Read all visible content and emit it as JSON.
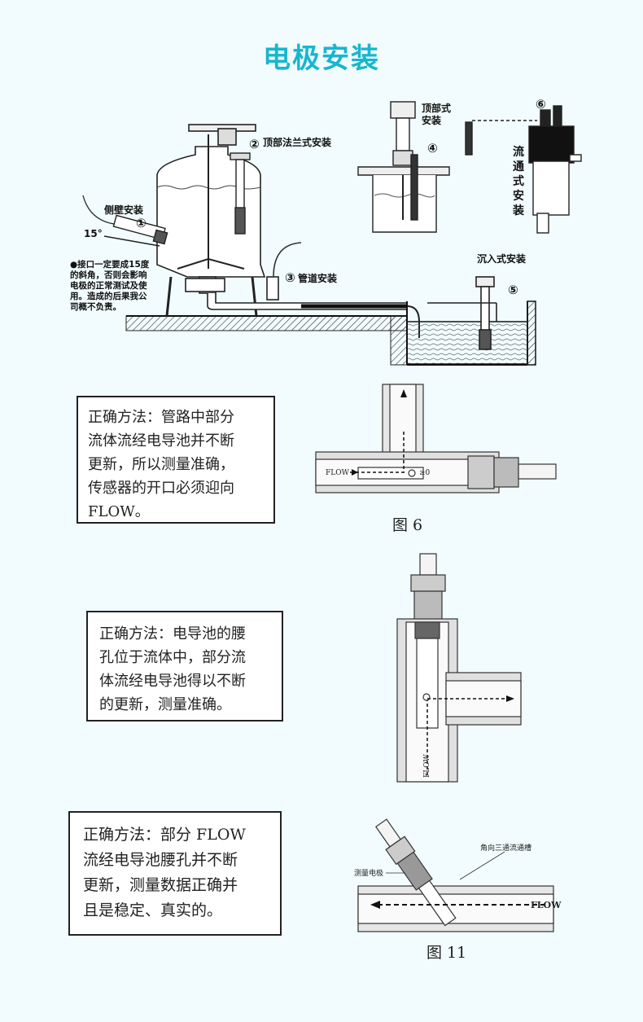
{
  "page": {
    "title": "电极安装"
  },
  "top_diagram": {
    "labels": {
      "side_wall": "侧壁安装",
      "top_flange": "顶部法兰式安装",
      "pipe": "管道安装",
      "top_mount": "顶部式\n安装",
      "flow_through": "流\n通\n式\n安\n装",
      "immersion": "沉入式安装",
      "angle": "15°"
    },
    "numbers": [
      "①",
      "②",
      "③",
      "④",
      "⑤",
      "⑥"
    ],
    "note": "●接口一定要成15度\n的斜角，否则会影响\n电极的正常测试及使\n用。造成的后果我公\n司概不负责。"
  },
  "section1": {
    "text": "正确方法：管路中部分\n流体流经电导池并不断\n更新，所以测量准确，\n传感器的开口必须迎向\nFLOW。",
    "figure_caption": "图 6",
    "flow_label": "FLOW",
    "angle_label": "≥0"
  },
  "section2": {
    "text": "正确方法：电导池的腰\n孔位于流体中，部分流\n体流经电导池得以不断\n的更新，测量准确。",
    "flow_label": "FLOW"
  },
  "section3": {
    "text": "正确方法：部分 FLOW\n流经电导池腰孔并不断\n更新，测量数据正确并\n且是稳定、真实的。",
    "figure_caption": "图 11",
    "flow_label": "FLOW",
    "electrode_label": "测量电极",
    "tank_label": "角向三通流通槽"
  },
  "colors": {
    "title": "#17b6cf",
    "background": "#f2fcfe"
  }
}
